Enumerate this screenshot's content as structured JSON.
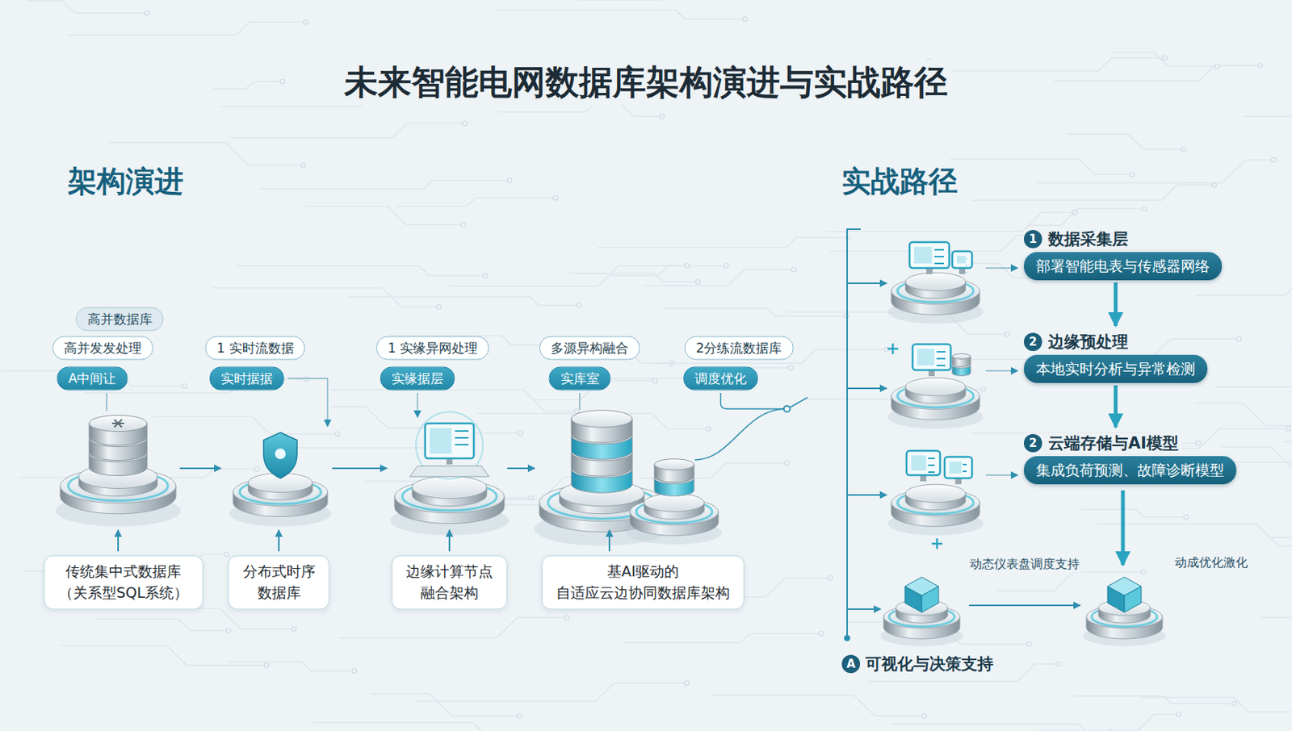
{
  "diagram": {
    "title": "未来智能电网数据库架构演进与实战路径",
    "nodes": [
      {
        "text": [
          "高并数据库"
        ]
      },
      {
        "text": [
          "高并发发处理"
        ]
      },
      {
        "text": [
          "A中间让"
        ]
      },
      {
        "text": [
          "1 实时流数据"
        ]
      },
      {
        "text": [
          "实时据据"
        ]
      },
      {
        "text": [
          "1 实缘异网处理"
        ]
      },
      {
        "text": [
          "实缘据层"
        ]
      },
      {
        "text": [
          "多源异构融合"
        ]
      },
      {
        "text": [
          "实库室"
        ]
      },
      {
        "text": [
          "2分练流数据库"
        ]
      },
      {
        "text": [
          "调度优化"
        ]
      },
      {
        "text": [
          "传统集中式数据库 （关系型SQL系统）"
        ]
      },
      {
        "text": [
          "分布式时序 数据库"
        ]
      },
      {
        "text": [
          "边缘计算节点 融合架构"
        ]
      },
      {
        "text": [
          "基AI驱动的 自适应云边协同数据库架构"
        ]
      },
      {
        "text": [
          "数据采集层",
          "部署智能电表与传感器网络"
        ]
      },
      {
        "text": [
          "边缘预处理",
          "本地实时分析与异常检测"
        ]
      },
      {
        "text": [
          "云端存储与AI模型",
          "集成负荷预测、故障诊断模型"
        ]
      }
    ],
    "edges": [
      {
        "from": 15,
        "to": 16,
        "arrow": "to"
      },
      {
        "from": 16,
        "to": 17,
        "arrow": "to"
      }
    ],
    "labels": [
      "架构演进",
      "实战路径",
      "1",
      "2",
      "2",
      "动态仪表盘调度支持",
      "动成优化激化",
      "A",
      "可视化与决策支持"
    ]
  }
}
